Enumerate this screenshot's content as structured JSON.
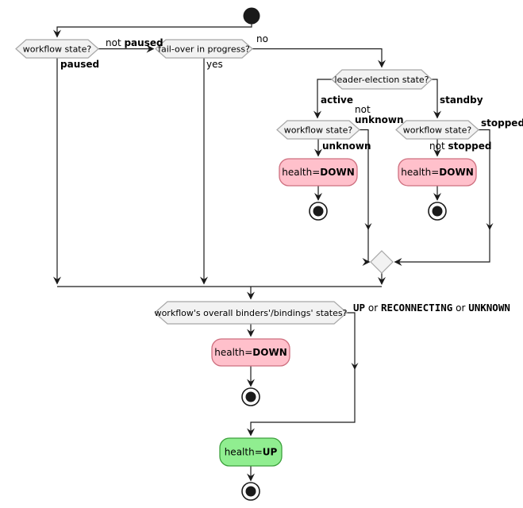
{
  "diagram": {
    "type": "activity-diagram",
    "colors": {
      "decision_fill": "#F2F2F2",
      "decision_border": "#A6A6A6",
      "health_down_fill": "#FFC0CB",
      "health_down_border": "#CE6F7F",
      "health_up_fill": "#90EE90",
      "health_up_border": "#3CA03C",
      "line": "#1A1A1A",
      "text": "#000000",
      "background": "#FFFFFF"
    },
    "nodes": {
      "decision_workflow_top": "workflow state?",
      "decision_failover": "fail-over in progress?",
      "decision_leader_election": "leader-election state?",
      "decision_workflow_active": "workflow state?",
      "decision_workflow_standby": "workflow state?",
      "decision_binders": "workflow's overall binders'/bindings' states?",
      "down1": {
        "prefix": "health=",
        "value": "DOWN"
      },
      "down2": {
        "prefix": "health=",
        "value": "DOWN"
      },
      "down3": {
        "prefix": "health=",
        "value": "DOWN"
      },
      "up": {
        "prefix": "health=",
        "value": "UP"
      }
    },
    "edge_labels": {
      "not_paused": {
        "pre": "not ",
        "bold": "paused"
      },
      "paused": "paused",
      "yes": "yes",
      "no": "no",
      "active": "active",
      "standby": "standby",
      "not_unknown_line1": "not",
      "not_unknown_line2": "unknown",
      "unknown": "unknown",
      "stopped": "stopped",
      "not_stopped": {
        "pre": "not ",
        "bold": "stopped"
      },
      "binders_branch": {
        "b1": "UP",
        "sep1": " or ",
        "b2": "RECONNECTING",
        "sep2": " or ",
        "b3": "UNKNOWN"
      }
    }
  }
}
